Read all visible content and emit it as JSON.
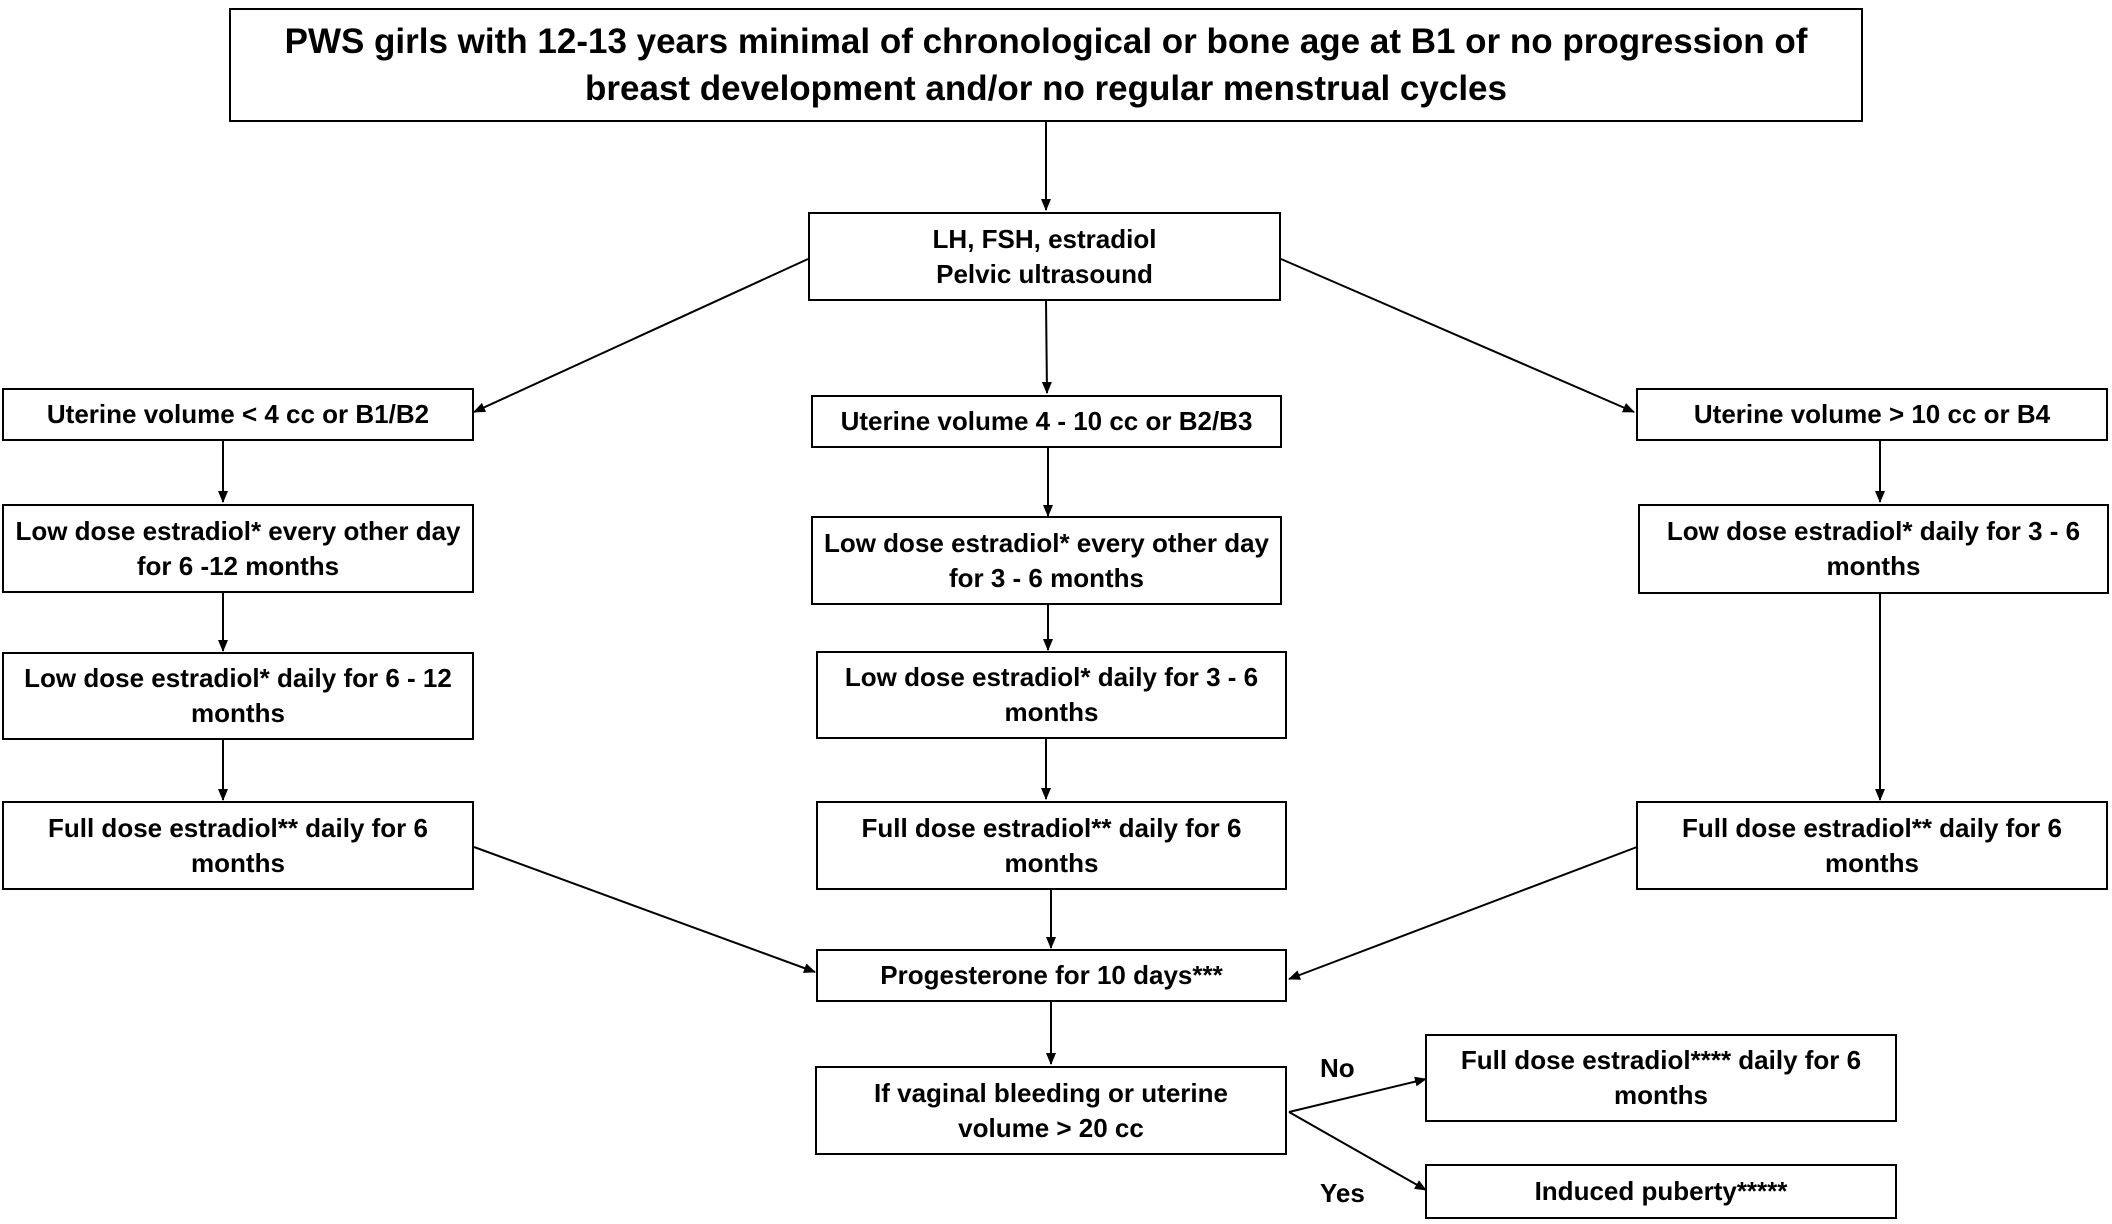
{
  "title": "PWS girls with 12-13 years minimal of chronological or bone age at B1 or no progression of breast development and/or no regular menstrual cycles",
  "nodes": {
    "labs": "LH, FSH, estradiol\nPelvic ultrasound",
    "left_volume": "Uterine volume < 4 cc or B1/B2",
    "mid_volume": "Uterine volume 4 - 10 cc or B2/B3",
    "right_volume": "Uterine volume > 10 cc or B4",
    "left_step1": "Low dose estradiol* every other day for 6 -12 months",
    "mid_step1": "Low dose estradiol* every other day for 3 - 6 months",
    "right_step1": "Low dose estradiol* daily for 3 - 6 months",
    "left_step2": "Low dose estradiol* daily for 6 - 12 months",
    "mid_step2": "Low dose estradiol* daily for 3 - 6 months",
    "left_step3": "Full dose estradiol** daily for 6 months",
    "mid_step3": "Full dose estradiol** daily for 6 months",
    "right_step3": "Full dose estradiol** daily for 6 months",
    "progesterone": "Progesterone for 10 days***",
    "bleeding_check": "If vaginal bleeding or uterine volume  > 20 cc",
    "outcome_no": "Full dose estradiol**** daily for 6 months",
    "outcome_yes": "Induced puberty*****"
  },
  "edge_labels": {
    "no": "No",
    "yes": "Yes"
  }
}
